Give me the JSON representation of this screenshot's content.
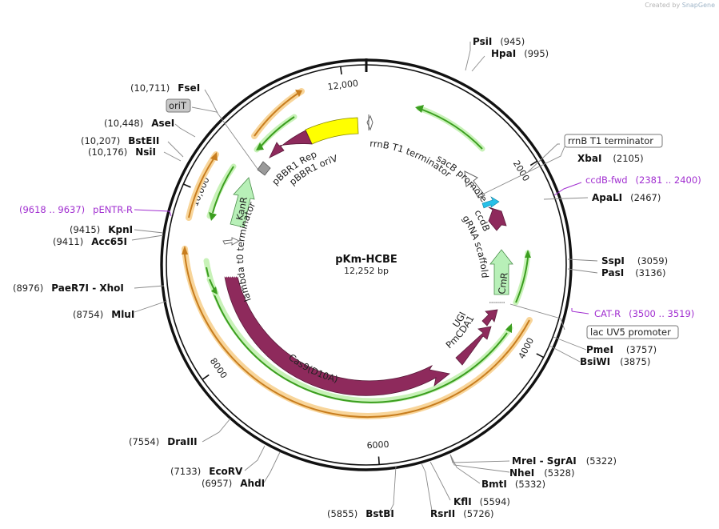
{
  "credit": {
    "prefix": "Created by",
    "brand": "SnapGene"
  },
  "plasmid": {
    "name": "pKm-HCBE",
    "length_label": "12,252 bp",
    "length_bp": 12252
  },
  "ticks": [
    {
      "bp": 2000,
      "label": "2000"
    },
    {
      "bp": 4000,
      "label": "4000"
    },
    {
      "bp": 6000,
      "label": "6000"
    },
    {
      "bp": 8000,
      "label": "8000"
    },
    {
      "bp": 10000,
      "label": "10,000"
    },
    {
      "bp": 12000,
      "label": "12,000"
    }
  ],
  "sites": [
    {
      "name": "PsiI",
      "pos": "(945)",
      "bp": 945
    },
    {
      "name": "HpaI",
      "pos": "(995)",
      "bp": 995
    },
    {
      "name": "XbaI",
      "pos": "(2105)",
      "bp": 2105
    },
    {
      "name": "ApaLI",
      "pos": "(2467)",
      "bp": 2467
    },
    {
      "name": "SspI",
      "pos": "(3059)",
      "bp": 3059
    },
    {
      "name": "PasI",
      "pos": "(3136)",
      "bp": 3136
    },
    {
      "name": "PmeI",
      "pos": "(3757)",
      "bp": 3757
    },
    {
      "name": "BsiWI",
      "pos": "(3875)",
      "bp": 3875
    },
    {
      "name": "MreI - SgrAI",
      "pos": "(5322)",
      "bp": 5322
    },
    {
      "name": "NheI",
      "pos": "(5328)",
      "bp": 5328
    },
    {
      "name": "BmtI",
      "pos": "(5332)",
      "bp": 5332
    },
    {
      "name": "KflI",
      "pos": "(5594)",
      "bp": 5594
    },
    {
      "name": "RsrII",
      "pos": "(5726)",
      "bp": 5726
    },
    {
      "name": "BstBI",
      "pos": "(5855)",
      "bp": 5855
    },
    {
      "name": "AhdI",
      "pos": "(6957)",
      "bp": 6957
    },
    {
      "name": "EcoRV",
      "pos": "(7133)",
      "bp": 7133
    },
    {
      "name": "DraIII",
      "pos": "(7554)",
      "bp": 7554
    },
    {
      "name": "MluI",
      "pos": "(8754)",
      "bp": 8754
    },
    {
      "name": "PaeR7I - XhoI",
      "pos": "(8976)",
      "bp": 8976
    },
    {
      "name": "Acc65I",
      "pos": "(9411)",
      "bp": 9411
    },
    {
      "name": "KpnI",
      "pos": "(9415)",
      "bp": 9415
    },
    {
      "name": "NsiI",
      "pos": "(10,176)",
      "bp": 10176
    },
    {
      "name": "BstEII",
      "pos": "(10,207)",
      "bp": 10207
    },
    {
      "name": "AseI",
      "pos": "(10,448)",
      "bp": 10448
    },
    {
      "name": "FseI",
      "pos": "(10,711)",
      "bp": 10711
    }
  ],
  "primers": [
    {
      "name": "ccdB-fwd",
      "pos": "(2381 .. 2400)"
    },
    {
      "name": "CAT-R",
      "pos": "(3500 .. 3519)"
    },
    {
      "name": "pENTR-R",
      "pos": "(9618 .. 9637)"
    }
  ],
  "boxed_features": [
    {
      "name": "rrnB T1 terminator"
    },
    {
      "name": "lac UV5 promoter"
    },
    {
      "name": "oriT"
    }
  ],
  "features": [
    {
      "name": "rrnB T1 terminator",
      "type": "terminator"
    },
    {
      "name": "sacB promoter",
      "type": "promoter"
    },
    {
      "name": "ccdB",
      "type": "CDS"
    },
    {
      "name": "gRNA scaffold",
      "type": "misc"
    },
    {
      "name": "CmR",
      "type": "CDS"
    },
    {
      "name": "UGI",
      "type": "CDS"
    },
    {
      "name": "PmCDA1",
      "type": "CDS"
    },
    {
      "name": "Cas9(D10A)",
      "type": "CDS"
    },
    {
      "name": "lambda t0 terminator",
      "type": "terminator"
    },
    {
      "name": "KanR",
      "type": "CDS"
    },
    {
      "name": "pBBR1 Rep",
      "type": "CDS"
    },
    {
      "name": "pBBR1 oriV",
      "type": "rep_origin"
    }
  ],
  "colors": {
    "backbone": "#111111",
    "cds": "#8e2a5c",
    "resistance": "#b8f0b8",
    "origin": "#ffff00",
    "orf_green": "#3b9e1f",
    "orf_green_glow": "#c8f2b8",
    "orf_orange": "#c87d1e",
    "orf_orange_glow": "#f8d59a",
    "primer": "#a12fd0",
    "ccdb_arrow": "#27c0e8"
  }
}
